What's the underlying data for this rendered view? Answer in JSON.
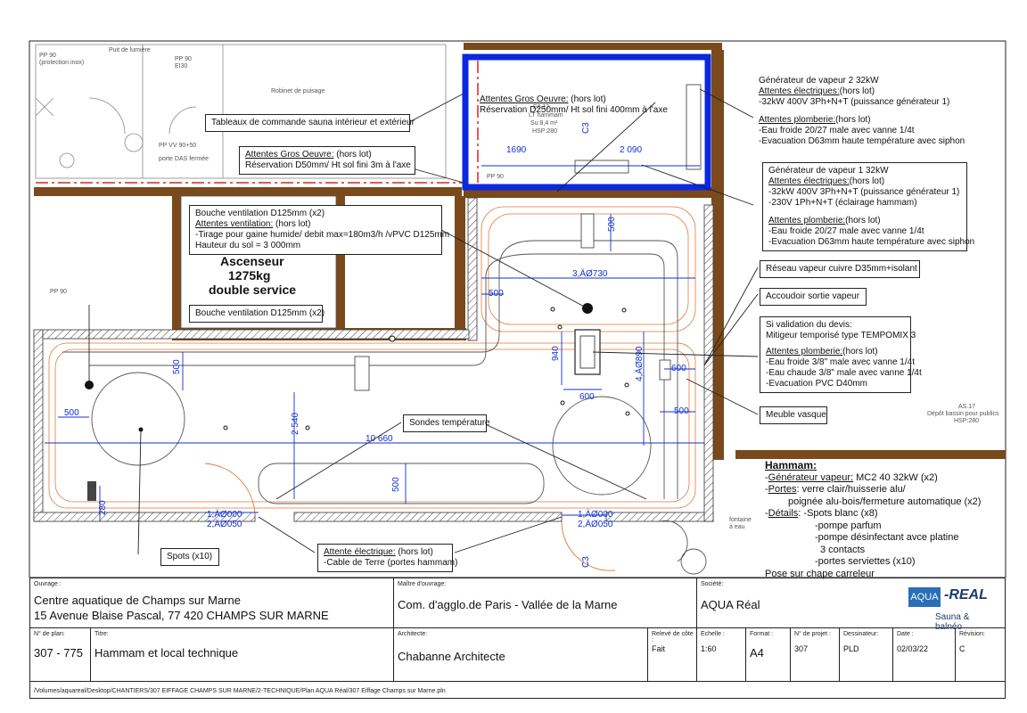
{
  "plan": {
    "rooms": {
      "puits": "Puit de lumière",
      "pp90_protection": "PP 90\n(protection inox)",
      "pp90_ei30": "PP 90\nEI30",
      "robinet": "Robinet de puisage",
      "ppvv": "PP VV 90+50",
      "porte_das": "porte DAS fermée",
      "pp90_left": "PP 90",
      "pp90_top": "PP 90",
      "elevator_line1": "Ascenseur",
      "elevator_line2": "1275kg",
      "elevator_line3": "double service",
      "hammam_tag1": "E8.12",
      "hammam_tag2": "LT hammam",
      "hammam_tag3": "Su:8,4 m²",
      "hammam_tag4": "HSP:280",
      "as17_1": "AS.17",
      "as17_2": "Dépôt bassin pour publics",
      "as17_3": "HSP:280",
      "fontaine": "fontaine\nà eau",
      "c3_top": "C3",
      "c3_bottom": "C3"
    },
    "dimensions": {
      "d1690": "1690",
      "d2090": "2 090",
      "d500_top": "500",
      "d3730": "3,ÄØ730",
      "d500_left": "500",
      "d940": "940",
      "d600a": "600",
      "d600b": "600",
      "d4890": "4,ÄØ890",
      "d500_right": "500",
      "d500_a": "500",
      "d500_b": "500",
      "d2540": "2 540",
      "d10660": "10 660",
      "d500_c": "500",
      "d280": "280",
      "door1_a": "1,ÄØ000",
      "door1_b": "2,ÄØ050",
      "door2_a": "1,ÄØ000",
      "door2_b": "2,ÄØ050"
    }
  },
  "callouts": {
    "tableaux": "Tableaux de commande sauna intérieur et extérieur",
    "gros1_title": "Attentes Gros Oeuvre:",
    "gros1_rest": " (hors lot)",
    "gros1_l2": "Réservation D250mm/ Ht sol fini 400mm à l'axe",
    "gros2_title": "Attentes Gros Oeuvre:",
    "gros2_rest": " (hors lot)",
    "gros2_l2": "Réservation D50mm/ Ht sol fini 3m à l'axe",
    "vent1_l1": "Bouche ventilation D125mm (x2)",
    "vent1_title": "Attentes ventilation:",
    "vent1_rest": " (hors lot)",
    "vent1_l3": "-Tirage pour gaine humide/ debit max=180m3/h /vPVC D125mm",
    "vent1_l4": "Hauteur du sol  = 3 000mm",
    "vent2": "Bouche ventilation D125mm (x2)",
    "gen2_l1": "Générateur de vapeur 2 32kW",
    "gen2_t1": "Attentes électriques:",
    "gen2_r1": "(hors lot)",
    "gen2_l3": "-32kW 400V 3Ph+N+T (puissance générateur 1)",
    "gen2_t2": "Attentes plomberie:",
    "gen2_r2": "(hors lot)",
    "gen2_l5": "-Eau froide 20/27 male avec vanne 1/4t",
    "gen2_l6": "-Evacuation D63mm haute température avec siphon",
    "gen1_l1": "Générateur de vapeur 1 32kW",
    "gen1_t1": "Attentes électriques:",
    "gen1_r1": "(hors lot)",
    "gen1_l3": "-32kW 400V 3Ph+N+T (puissance générateur 1)",
    "gen1_l4": "-230V 1Ph+N+T (éclairage hammam)",
    "gen1_t2": "Attentes plomberie:",
    "gen1_r2": "(hors lot)",
    "gen1_l6": "-Eau froide 20/27 male avec vanne 1/4t",
    "gen1_l7": "-Evacuation D63mm haute température avec siphon",
    "reseau": "Réseau vapeur cuivre D35mm+isolant",
    "accoudoir": "Accoudoir sortie vapeur",
    "mitigeur_l1": "Si validation du devis:",
    "mitigeur_l2": "Mitigeur temporisé type TEMPOMIX 3",
    "mitigeur_t": "Attentes plomberie:",
    "mitigeur_r": "(hors lot)",
    "mitigeur_l4": "-Eau froide 3/8\" male avec vanne 1/4t",
    "mitigeur_l5": "-Eau chaude 3/8\" male avec vanne 1/4t",
    "mitigeur_l6": "-Evacuation PVC D40mm",
    "meuble": "Meuble vasque",
    "sondes": "Sondes température",
    "spots": "Spots (x10)",
    "terre_t": "Attente électrique:",
    "terre_r": " (hors lot)",
    "terre_l2": "-Cable de Terre (portes hammam)"
  },
  "summary": {
    "title": "Hammam:",
    "gen_label": "Générateur vapeur:",
    "gen_value": " MC2 40 32kW (x2)",
    "portes_label": "Portes",
    "portes_value": ": verre clair/huisserie alu/",
    "portes_l2": "poignée alu-bois/fermeture automatique (x2)",
    "details_label": "Détails",
    "details_value": ": -Spots blanc (x8)",
    "d2": "-pompe parfum",
    "d3": "-pompe désinfectant avce platine",
    "d4": "3 contacts",
    "d5": "-portes serviettes (x10)",
    "pose": "Pose sur chape carreleur"
  },
  "titleblock": {
    "ouvrage_cap": "Ouvrage :",
    "ouvrage_l1": "Centre aquatique de Champs sur Marne",
    "ouvrage_l2": "15 Avenue Blaise Pascal, 77 420 CHAMPS SUR MARNE",
    "maitre_cap": "Maître d'ouvrage:",
    "maitre_val": "Com. d'agglo.de Paris - Vallée de la Marne",
    "societe_cap": "Société:",
    "societe_val": "AQUA Réal",
    "logo_box": "AQUA",
    "logo_real": "-REAL",
    "logo_sub": "Sauna & balnéo",
    "plan_cap": "N° de plan:",
    "plan_val": "307 - 775",
    "titre_cap": "Titre:",
    "titre_val": "Hammam et local technique",
    "archi_cap": "Architecte:",
    "archi_val": "Chabanne Architecte",
    "releve_cap": "Relevé de côte :",
    "releve_val": "Fait",
    "echelle_cap": "Echelle :",
    "echelle_val": "1:60",
    "format_cap": "Format :",
    "format_val": "A4",
    "projet_cap": "N° de projet :",
    "projet_val": "307",
    "dess_cap": "Dessinateur:",
    "dess_val": "PLD",
    "date_cap": "Date :",
    "date_val": "02/03/22",
    "rev_cap": "Révision:",
    "rev_val": "C",
    "path": "/Volumes/aquareal/Desktop/CHANTIERS/307 EIFFAGE CHAMPS SUR MARNE/2-TECHNIQUE/Plan AQUA Réal/307 Eiffage Champs sur Marne.pln"
  },
  "colors": {
    "wall": "#7a4a1c",
    "dimension": "#1030d0",
    "steam_room": "#0a28e0",
    "cut_line": "#e02020",
    "pipe": "#e07a3a"
  }
}
